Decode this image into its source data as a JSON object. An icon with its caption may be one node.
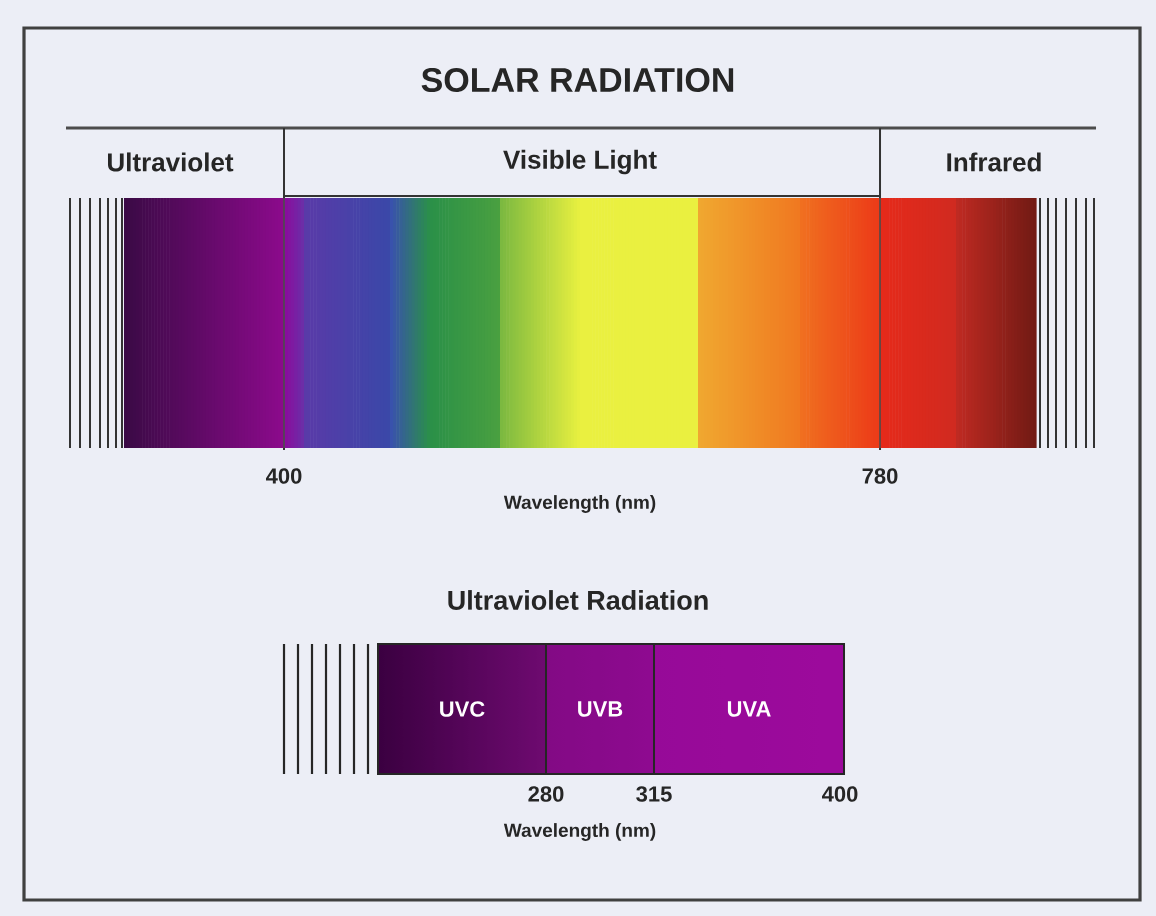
{
  "diagram": {
    "title": "SOLAR RADIATION",
    "nodes": [
      {
        "text": [
          "Ultraviolet"
        ]
      },
      {
        "text": [
          "Visible Light"
        ]
      },
      {
        "text": [
          "Infrared"
        ]
      },
      {
        "text": [
          "UVC"
        ]
      },
      {
        "text": [
          "UVB"
        ]
      },
      {
        "text": [
          "UVA"
        ]
      }
    ],
    "labels": [
      "400",
      "780",
      "Wavelength (nm)",
      "Ultraviolet Radiation",
      "280",
      "315",
      "400",
      "Wavelength (nm)"
    ]
  }
}
